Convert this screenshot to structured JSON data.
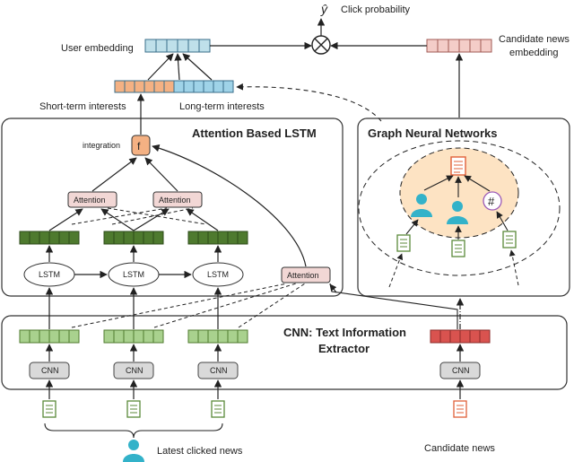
{
  "labels": {
    "y_hat": "ŷ",
    "click_probability": "Click probability",
    "user_embedding": "User embedding",
    "candidate_news_embedding_l1": "Candidate news",
    "candidate_news_embedding_l2": "embedding",
    "short_term": "Short-term interests",
    "long_term": "Long-term interests",
    "attention_lstm_title": "Attention Based LSTM",
    "gnn_title": "Graph Neural Networks",
    "integration": "integration",
    "f": "f",
    "attention": "Attention",
    "lstm": "LSTM",
    "cnn_title_l1": "CNN: Text Information",
    "cnn_title_l2": "Extractor",
    "cnn": "CNN",
    "latest_clicked_news": "Latest clicked news",
    "candidate_news": "Candidate news",
    "hash": "#"
  },
  "colors": {
    "user_embedding": "#bfe0ea",
    "candidate_embedding": "#f4cdc8",
    "short_term": "#f4b183",
    "long_term": "#9fd3e8",
    "lstm_hidden": "#4e7a2e",
    "cnn_output": "#a9d18e",
    "candidate_cnn_output": "#d9534f",
    "attention_box": "#f2d7d5",
    "f_box": "#f4b183",
    "gnn_ellipse": "#fde3c3",
    "user_icon": "#33b2c9",
    "candidate_doc": "#e0603a",
    "clicked_doc": "#5b8a3a",
    "cnn_box": "#d9d9d9"
  }
}
